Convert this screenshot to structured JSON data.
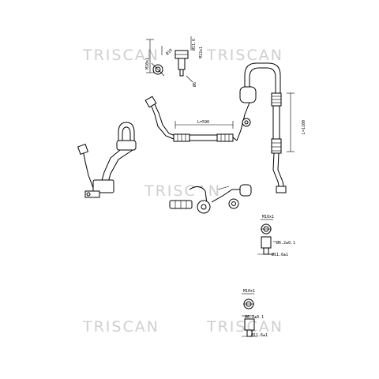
{
  "watermark": {
    "brand": "TRISCAN"
  },
  "dimensions": {
    "len_a": "L=590",
    "len_b": "L=1100",
    "top_m10": "M10x1",
    "top_d10": "Ø10",
    "top_d11": "Ø11.6",
    "top_d6": "Ø6",
    "top_m12": "M12x1",
    "mid_m10": "M10x1",
    "mid_d6": "Ø6.2±0.1",
    "mid_d11": "Ø11.6±1",
    "bot_m10": "M10x1",
    "bot_d6": "Ø6.2±0.1",
    "bot_d11": "Ø11.6±1"
  },
  "colors": {
    "watermark": "#cfcfcf",
    "lines": "#000000",
    "background": "#ffffff"
  }
}
